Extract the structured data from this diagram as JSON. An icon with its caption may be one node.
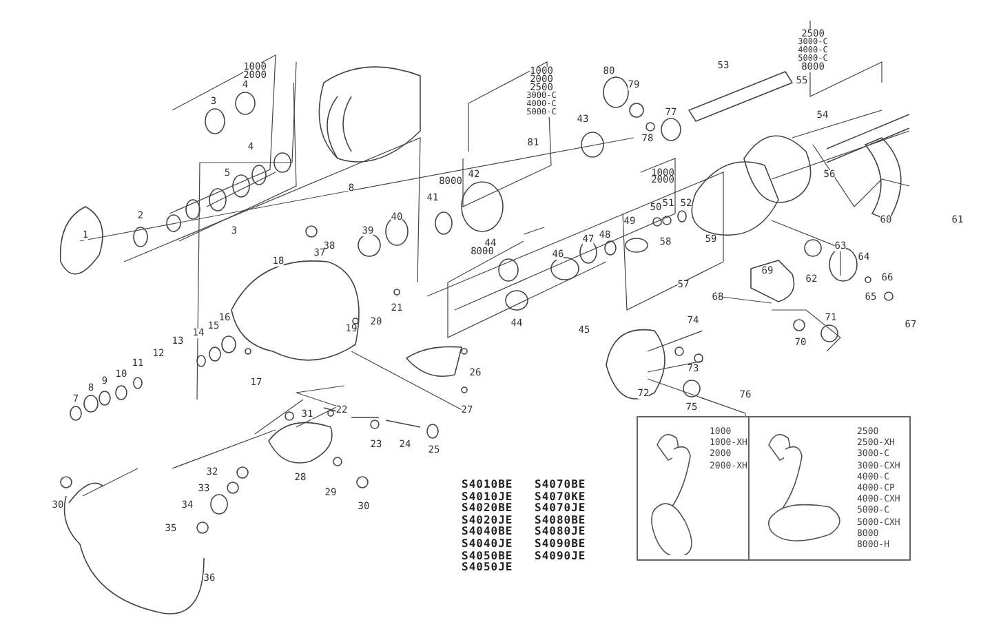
{
  "diagram": {
    "nodes": [
      {
        "text": [
          "1000",
          "1000-XH",
          "2000",
          "2000-XH"
        ]
      },
      {
        "text": [
          "2500",
          "2500-XH",
          "3000-C",
          "3000-CXH",
          "4000-C",
          "4000-CP",
          "4000-CXH",
          "5000-C",
          "5000-CXH",
          "8000",
          "8000-H"
        ]
      }
    ],
    "edges": [],
    "labels": [
      "2500",
      "3000-C",
      "4000-C",
      "5000-C",
      "8000",
      "1000",
      "2000",
      "80",
      "53",
      "1000",
      "2000",
      "2500",
      "3000-C",
      "4000-C",
      "5000-C",
      "55",
      "79",
      "4",
      "3",
      "77",
      "54",
      "43",
      "78",
      "81",
      "4",
      "1000",
      "2000",
      "56",
      "5",
      "42",
      "8000",
      "8",
      "41",
      "51",
      "50",
      "52",
      "2",
      "40",
      "60",
      "61",
      "49",
      "3",
      "39",
      "1",
      "48",
      "47",
      "58",
      "59",
      "44",
      "8000",
      "63",
      "38",
      "37",
      "46",
      "64",
      "18",
      "69",
      "62",
      "66",
      "57",
      "68",
      "65",
      "21",
      "20",
      "44",
      "71",
      "74",
      "67",
      "45",
      "19",
      "16",
      "15",
      "14",
      "13",
      "70",
      "12",
      "11",
      "10",
      "73",
      "26",
      "9",
      "8",
      "17",
      "72",
      "7",
      "76",
      "75",
      "27",
      "22",
      "31",
      "23",
      "24",
      "25",
      "32",
      "28",
      "33",
      "29",
      "30",
      "34",
      "30",
      "35",
      "36",
      "S4010BE",
      "S4070BE",
      "S4010JE",
      "S4070KE",
      "S4020BE",
      "S4070JE",
      "S4020JE",
      "S4080BE",
      "S4040BE",
      "S4080JE",
      "S4040JE",
      "S4090BE",
      "S4050BE",
      "S4090JE",
      "S4050JE"
    ]
  }
}
